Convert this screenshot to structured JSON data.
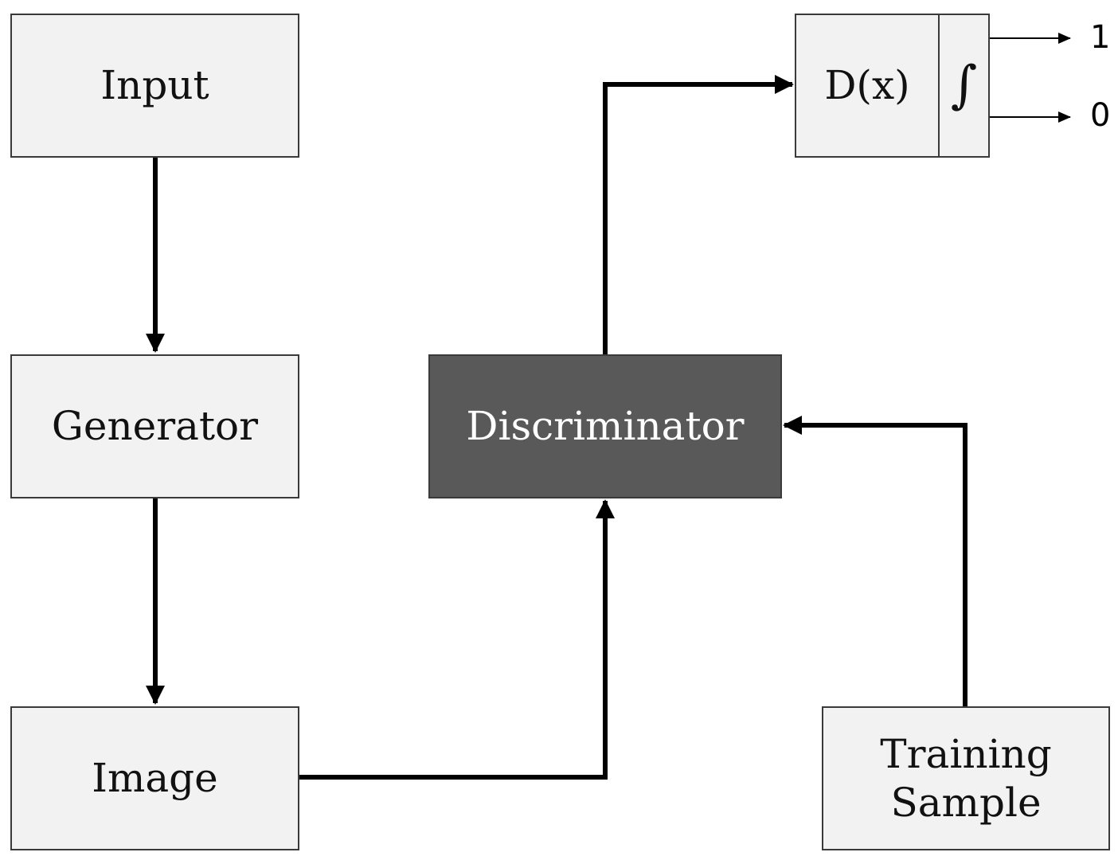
{
  "nodes": {
    "input": "Input",
    "generator": "Generator",
    "image": "Image",
    "discriminator": "Discriminator",
    "training_sample": "Training\nSample",
    "dx": "D(x)",
    "sigmoid_symbol": "∫"
  },
  "outputs": {
    "one": "1",
    "zero": "0"
  },
  "colors": {
    "box_fill": "#f2f2f2",
    "discriminator_fill": "#595959",
    "discriminator_text": "#ffffff",
    "border": "#3a3a3a",
    "arrow": "#000000"
  }
}
